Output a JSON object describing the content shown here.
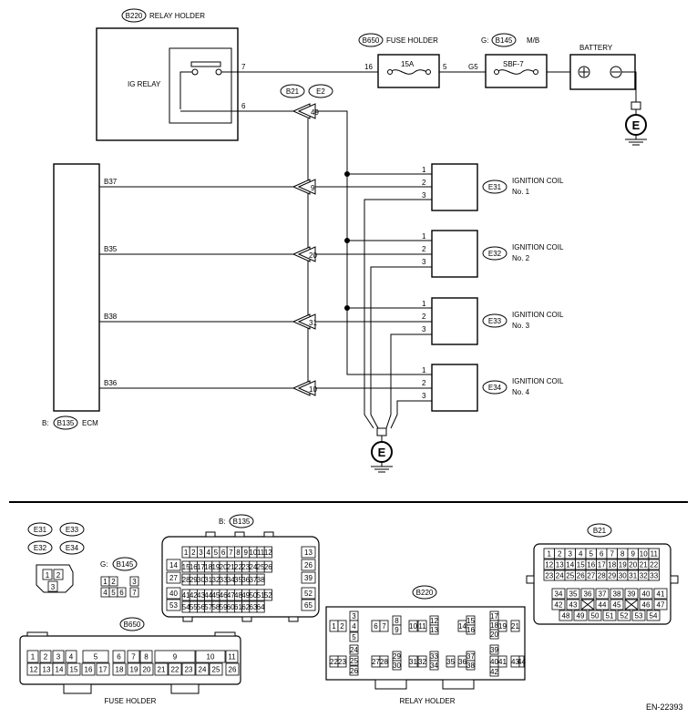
{
  "diagram_id": "EN-22393",
  "top": {
    "relay_holder": {
      "code": "B220",
      "title": "RELAY HOLDER",
      "relay": "IG RELAY",
      "pin_out": "7",
      "pin_coil": "6"
    },
    "fuse_holder": {
      "code": "B650",
      "title": "FUSE HOLDER",
      "fuse": "15A",
      "pin_in": "16",
      "pin_out": "5"
    },
    "mb": {
      "prefix": "G:",
      "code": "B145",
      "suffix": "M/B",
      "fuse": "SBF-7",
      "pin": "G5"
    },
    "battery": {
      "title": "BATTERY"
    },
    "ground": "E",
    "joint": {
      "code1": "B21",
      "code2": "E2",
      "pin_power": "49"
    },
    "ecm": {
      "prefix": "B:",
      "code": "B135",
      "title": "ECM"
    },
    "wires": [
      {
        "ecm_pin": "B37",
        "joint_pin": "9"
      },
      {
        "ecm_pin": "B35",
        "joint_pin": "20"
      },
      {
        "ecm_pin": "B38",
        "joint_pin": "31"
      },
      {
        "ecm_pin": "B36",
        "joint_pin": "10"
      }
    ],
    "coils": [
      {
        "code": "E31",
        "name": "IGNITION COIL",
        "no": "No. 1",
        "pins": [
          "1",
          "2",
          "3"
        ]
      },
      {
        "code": "E32",
        "name": "IGNITION COIL",
        "no": "No. 2",
        "pins": [
          "1",
          "2",
          "3"
        ]
      },
      {
        "code": "E33",
        "name": "IGNITION COIL",
        "no": "No. 3",
        "pins": [
          "1",
          "2",
          "3"
        ]
      },
      {
        "code": "E34",
        "name": "IGNITION COIL",
        "no": "No. 4",
        "pins": [
          "1",
          "2",
          "3"
        ]
      }
    ]
  },
  "connectors": {
    "coil_codes": [
      "E31",
      "E33",
      "E32",
      "E34"
    ],
    "coil_pins": [
      "1",
      "2",
      "3"
    ],
    "b145": {
      "prefix": "G:",
      "code": "B145",
      "pins": [
        "1",
        "2",
        "3",
        "4",
        "5",
        "6",
        "7"
      ]
    },
    "b135": {
      "prefix": "B:",
      "code": "B135",
      "pins": [
        "1",
        "2",
        "3",
        "4",
        "5",
        "6",
        "7",
        "8",
        "9",
        "10",
        "11",
        "12",
        "13",
        "14",
        "15",
        "16",
        "17",
        "18",
        "19",
        "20",
        "21",
        "22",
        "23",
        "24",
        "25",
        "26",
        "27",
        "28",
        "29",
        "30",
        "31",
        "32",
        "33",
        "34",
        "35",
        "36",
        "37",
        "38",
        "39",
        "40",
        "41",
        "42",
        "43",
        "44",
        "45",
        "46",
        "47",
        "48",
        "49",
        "50",
        "51",
        "52",
        "53",
        "54",
        "55",
        "56",
        "57",
        "58",
        "59",
        "60",
        "61",
        "62",
        "63",
        "64",
        "65"
      ]
    },
    "b650": {
      "code": "B650",
      "title": "FUSE HOLDER",
      "pins": [
        "1",
        "2",
        "3",
        "4",
        "5",
        "6",
        "7",
        "8",
        "9",
        "10",
        "11",
        "12",
        "13",
        "14",
        "15",
        "16",
        "17",
        "18",
        "19",
        "20",
        "21",
        "22",
        "23",
        "24",
        "25",
        "26"
      ]
    },
    "b220": {
      "code": "B220",
      "title": "RELAY HOLDER",
      "pins": [
        "1",
        "2",
        "3",
        "4",
        "5",
        "6",
        "7",
        "8",
        "9",
        "10",
        "11",
        "12",
        "13",
        "14",
        "15",
        "16",
        "17",
        "18",
        "19",
        "20",
        "21",
        "22",
        "23",
        "24",
        "25",
        "26",
        "27",
        "28",
        "29",
        "30",
        "31",
        "32",
        "33",
        "34",
        "35",
        "36",
        "37",
        "38",
        "39",
        "40",
        "41",
        "42",
        "43",
        "44"
      ]
    },
    "b21": {
      "code": "B21",
      "pins": [
        "1",
        "2",
        "3",
        "4",
        "5",
        "6",
        "7",
        "8",
        "9",
        "10",
        "11",
        "12",
        "13",
        "14",
        "15",
        "16",
        "17",
        "18",
        "19",
        "20",
        "21",
        "22",
        "23",
        "24",
        "25",
        "26",
        "27",
        "28",
        "29",
        "30",
        "31",
        "32",
        "33",
        "34",
        "35",
        "36",
        "37",
        "38",
        "39",
        "40",
        "41",
        "42",
        "43",
        "44",
        "45",
        "46",
        "47",
        "48",
        "49",
        "50",
        "51",
        "52",
        "53",
        "54"
      ]
    }
  }
}
